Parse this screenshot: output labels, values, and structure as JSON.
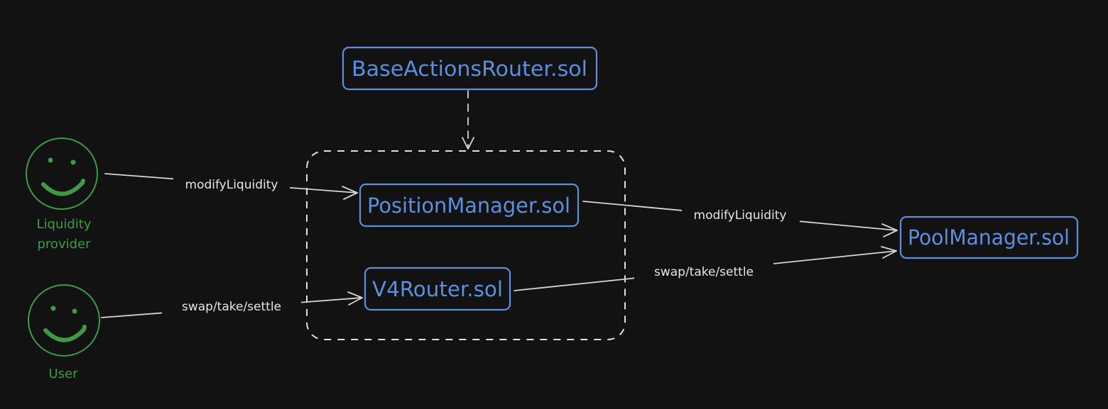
{
  "nodes": {
    "base_actions_router": "BaseActionsRouter.sol",
    "position_manager": "PositionManager.sol",
    "v4_router": "V4Router.sol",
    "pool_manager": "PoolManager.sol"
  },
  "actors": {
    "liquidity_provider": [
      "Liquidity",
      "provider"
    ],
    "user": "User"
  },
  "edges": {
    "lp_to_position_manager": "modifyLiquidity",
    "user_to_v4_router": "swap/take/settle",
    "position_manager_to_pool_manager": "modifyLiquidity",
    "v4_router_to_pool_manager": "swap/take/settle"
  },
  "colors": {
    "background": "#121212",
    "node": "#5b8fdf",
    "actor": "#3f9a45",
    "edge": "#d6d6d6"
  },
  "icons": {
    "actor": "smiley-face-icon"
  }
}
